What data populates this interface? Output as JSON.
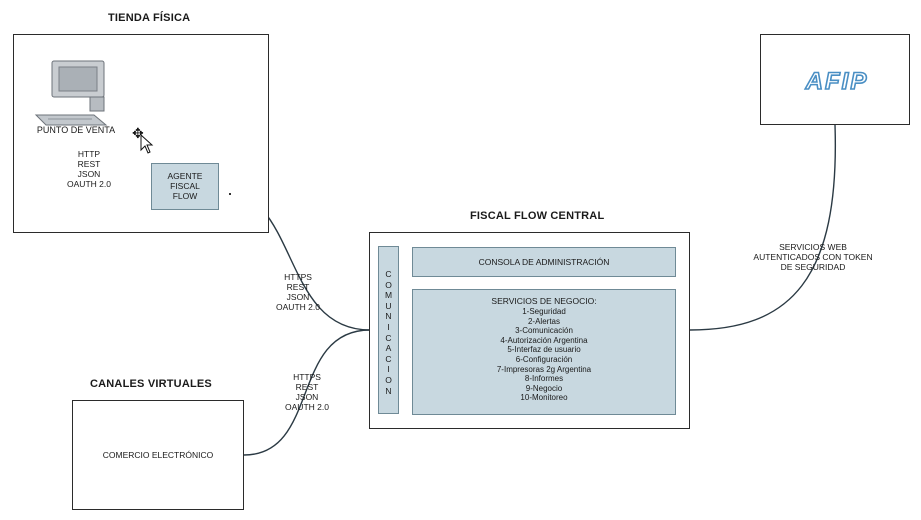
{
  "store": {
    "title": "TIENDA FÍSICA",
    "pos_label": "PUNTO DE VENTA",
    "pos_protocol": "HTTP\nREST\nJSON\nOAUTH 2.0",
    "agent_label": "AGENTE\nFISCAL\nFLOW"
  },
  "central": {
    "title": "FISCAL FLOW CENTRAL",
    "comm_letters": [
      "C",
      "O",
      "M",
      "U",
      "N",
      "I",
      "C",
      "A",
      "C",
      "I",
      "O",
      "N"
    ],
    "console_label": "CONSOLA DE ADMINISTRACIÓN",
    "services_title": "SERVICIOS DE NEGOCIO:",
    "services": [
      "1-Seguridad",
      "2-Alertas",
      "3-Comunicación",
      "4-Autorización Argentina",
      "5-Interfaz de usuario",
      "6-Configuración",
      "7-Impresoras 2g Argentina",
      "8-Informes",
      "9-Negocio",
      "10-Monitoreo"
    ]
  },
  "links": {
    "store_to_central": "HTTPS\nREST\nJSON\nOAUTH 2.0",
    "virtual_to_central": "HTTPS\nREST\nJSON\nOAUTH 2.0",
    "central_to_afip": "SERVICIOS WEB\nAUTENTICADOS CON TOKEN\nDE SEGURIDAD"
  },
  "virtual": {
    "title": "CANALES VIRTUALES",
    "ecommerce_label": "COMERCIO ELECTRÓNICO"
  },
  "afip": {
    "logo_text": "AFIP",
    "logo_color": "#4a8fc4"
  }
}
